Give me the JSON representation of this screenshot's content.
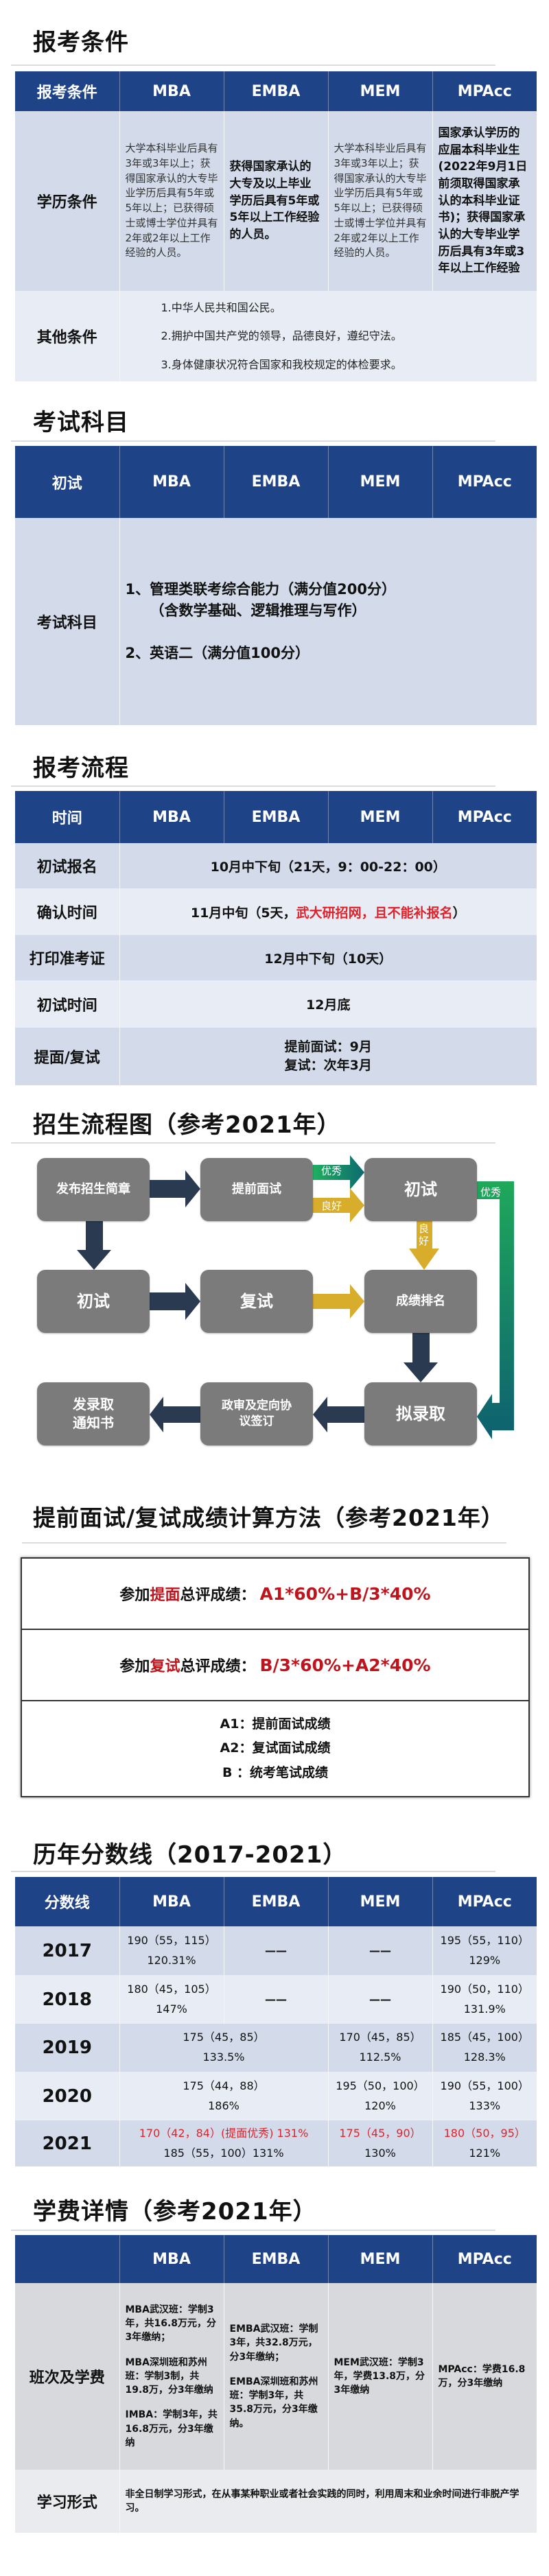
{
  "cols": [
    "MBA",
    "EMBA",
    "MEM",
    "MPAcc"
  ],
  "s1": {
    "title": "报考条件",
    "corner": "报考条件",
    "edu_label": "学历条件",
    "edu": [
      "大学本科毕业后具有3年或3年以上；获得国家承认的大专毕业学历后具有5年或5年以上；已获得硕士或博士学位并具有2年或2年以上工作经验的人员。",
      "获得国家承认的大专及以上毕业学历后具有5年或5年以上工作经验的人员。",
      "大学本科毕业后具有3年或3年以上；获得国家承认的大专毕业学历后具有5年或5年以上；已获得硕士或博士学位并具有2年或2年以上工作经验的人员。",
      "国家承认学历的应届本科毕业生(2022年9月1日前须取得国家承认的本科毕业证书)；获得国家承认的大专毕业学历后具有3年或3年以上工作经验"
    ],
    "other_label": "其他条件",
    "other": [
      "1.中华人民共和国公民。",
      "2.拥护中国共产党的领导，品德良好，遵纪守法。",
      "3.身体健康状况符合国家和我校规定的体检要求。"
    ]
  },
  "s2": {
    "title": "考试科目",
    "corner": "初试",
    "row_label": "考试科目",
    "line1": "1、管理类联考综合能力（满分值200分）",
    "line1b": "（含数学基础、逻辑推理与写作）",
    "line2": "2、英语二（满分值100分）"
  },
  "s3": {
    "title": "报考流程",
    "corner": "时间",
    "rows": [
      {
        "label": "初试报名",
        "value": "10月中下旬（21天，9：00-22：00）"
      },
      {
        "label": "确认时间",
        "value_pre": "11月中旬（5天，",
        "value_red": "武大研招网，且不能补报名",
        "value_post": "）"
      },
      {
        "label": "打印准考证",
        "value": "12月中下旬（10天）"
      },
      {
        "label": "初试时间",
        "value": "12月底"
      },
      {
        "label": "提面/复试",
        "value": "提前面试：9月",
        "value2": "复试：次年3月"
      }
    ]
  },
  "s4": {
    "title": "招生流程图（参考2021年）",
    "boxes": [
      "发布招生简章",
      "提前面试",
      "初试",
      "初试",
      "复试",
      "成绩排名",
      "发录取通知书",
      "政审及定向协议签订",
      "拟录取"
    ],
    "excellent": "优秀",
    "good": "良好"
  },
  "s5": {
    "title": "提前面试/复试成绩计算方法（参考2021年）",
    "f1": {
      "pre": "参加",
      "hl": "提面",
      "post": "总评成绩：",
      "formula": "A1*60%+B/3*40%"
    },
    "f2": {
      "pre": "参加",
      "hl": "复试",
      "post": "总评成绩：",
      "formula": "B/3*60%+A2*40%"
    },
    "defs": [
      "A1：提前面试成绩",
      "A2：复试面试成绩",
      "B ：统考笔试成绩"
    ]
  },
  "s6": {
    "title": "历年分数线（2017-2021）",
    "corner": "分数线",
    "rows": [
      {
        "year": "2017",
        "mba": "190（55，115）",
        "mba2": "120.31%",
        "emba": "——",
        "mem": "——",
        "mpacc": "195（55，110）",
        "mpacc2": "129%"
      },
      {
        "year": "2018",
        "mba": "180（45，105）",
        "mba2": "147%",
        "emba": "——",
        "mem": "——",
        "mpacc": "190（50，110）",
        "mpacc2": "131.9%"
      },
      {
        "year": "2019",
        "mba": "175（45，85）",
        "mba2": "133.5%",
        "mem": "170（45，85）",
        "mem2": "112.5%",
        "mpacc": "185（45，100）",
        "mpacc2": "128.3%"
      },
      {
        "year": "2020",
        "mba": "175（44，88）",
        "mba2": "186%",
        "mem": "195（50，100）",
        "mem2": "120%",
        "mpacc": "190（55，100）",
        "mpacc2": "133%"
      },
      {
        "year": "2021",
        "mba": "170（42，84）(提面优秀) 131%",
        "mba2": "185（55，100）131%",
        "mem": "175（45，90）",
        "mem2": "130%",
        "mpacc": "180（50，95）",
        "mpacc2": "121%"
      }
    ]
  },
  "s7": {
    "title": "学费详情（参考2021年）",
    "corner": "",
    "fee_label": "班次及学费",
    "mba": [
      "MBA武汉班：学制3年，共16.8万元，分3年缴纳；",
      "MBA深圳班和苏州班：学制3制，共19.8万，分3年缴纳",
      "IMBA：学制3年，共16.8万元，分3年缴纳"
    ],
    "emba": [
      "EMBA武汉班：学制3年，共32.8万元，分3年缴纳；",
      "EMBA深圳班和苏州班：学制3年，共35.8万元，分3年缴纳。"
    ],
    "mem": "MEM武汉班：学制3年，学费13.8万，分3年缴纳",
    "mpacc": "MPAcc：学费16.8万，分3年缴纳",
    "form_label": "学习形式",
    "form": "非全日制学习形式，在从事某种职业或者社会实践的同时，利用周末和业余时间进行非脱产学习。"
  }
}
